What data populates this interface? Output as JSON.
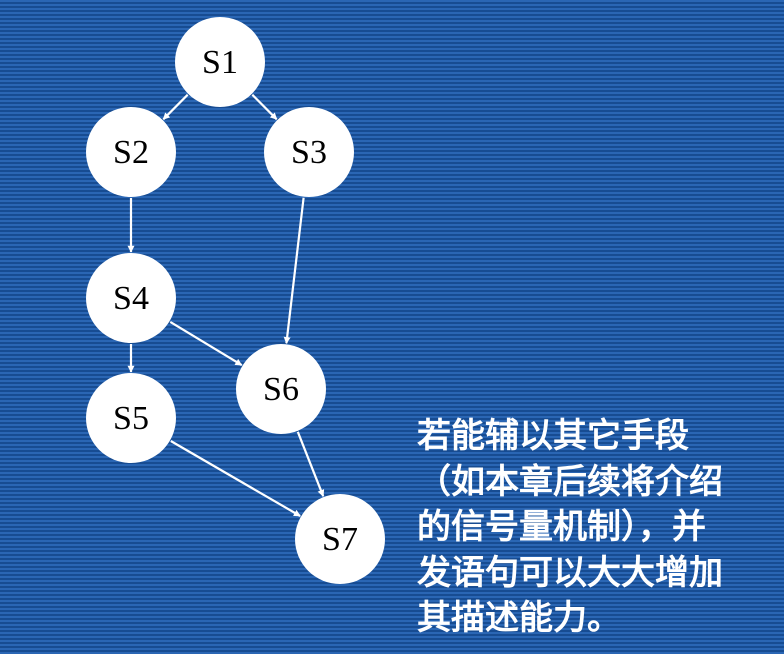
{
  "diagram": {
    "nodes": [
      {
        "id": "S1",
        "label": "S1"
      },
      {
        "id": "S2",
        "label": "S2"
      },
      {
        "id": "S3",
        "label": "S3"
      },
      {
        "id": "S4",
        "label": "S4"
      },
      {
        "id": "S5",
        "label": "S5"
      },
      {
        "id": "S6",
        "label": "S6"
      },
      {
        "id": "S7",
        "label": "S7"
      }
    ],
    "edges": [
      {
        "from": "S1",
        "to": "S2"
      },
      {
        "from": "S1",
        "to": "S3"
      },
      {
        "from": "S2",
        "to": "S4"
      },
      {
        "from": "S3",
        "to": "S6"
      },
      {
        "from": "S4",
        "to": "S5"
      },
      {
        "from": "S4",
        "to": "S6"
      },
      {
        "from": "S5",
        "to": "S7"
      },
      {
        "from": "S6",
        "to": "S7"
      }
    ],
    "colors": {
      "background": "#1f5aa6",
      "node_fill": "#ffffff",
      "edge": "#ffffff",
      "text": "#ffffff"
    }
  },
  "caption": {
    "lines": [
      "若能辅以其它手段",
      "（如本章后续将介绍",
      "的信号量机制），并",
      "发语句可以大大增加",
      "其描述能力。"
    ]
  }
}
